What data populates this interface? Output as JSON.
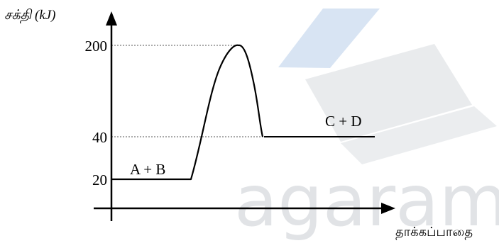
{
  "chart_data": {
    "type": "line",
    "ylabel": "சக்தி  (kJ)",
    "xlabel": "தாக்கப்பாதை",
    "y_ticks": [
      20,
      40,
      200
    ],
    "ylim": [
      0,
      230
    ],
    "grid": false,
    "levels": {
      "reactants": 20,
      "transition_state": 200,
      "products": 40
    },
    "labels": {
      "reactants": "A + B",
      "products": "C + D"
    },
    "watermark": "agaram."
  },
  "colors": {
    "axis": "#000000",
    "curve": "#000000",
    "dotted_guide": "#555555",
    "watermark_text": "#c9cdd2",
    "watermark_logo": "#8fb3dc",
    "watermark_laptop": "#d3d7db"
  }
}
